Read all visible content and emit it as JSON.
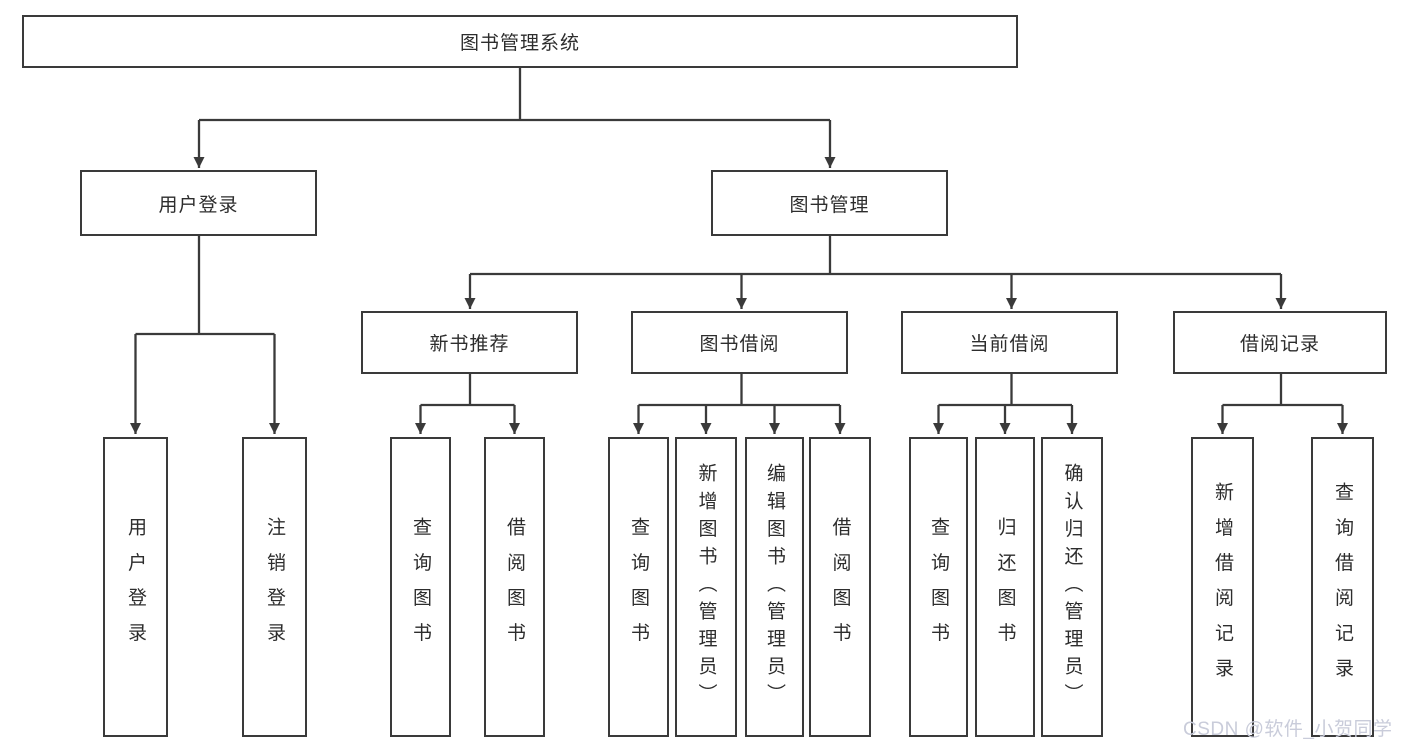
{
  "diagram": {
    "root": {
      "label": "图书管理系统"
    },
    "user_login_branch": {
      "label": "用户登录",
      "leaves": [
        {
          "label": "用户登录"
        },
        {
          "label": "注销登录"
        }
      ]
    },
    "book_management_branch": {
      "label": "图书管理",
      "sections": [
        {
          "label": "新书推荐",
          "leaves": [
            {
              "label": "查询图书"
            },
            {
              "label": "借阅图书"
            }
          ]
        },
        {
          "label": "图书借阅",
          "leaves": [
            {
              "label": "查询图书"
            },
            {
              "label": "新增图书（管理员）"
            },
            {
              "label": "编辑图书（管理员）"
            },
            {
              "label": "借阅图书"
            }
          ]
        },
        {
          "label": "当前借阅",
          "leaves": [
            {
              "label": "查询图书"
            },
            {
              "label": "归还图书"
            },
            {
              "label": "确认归还（管理员）"
            }
          ]
        },
        {
          "label": "借阅记录",
          "leaves": [
            {
              "label": "新增借阅记录"
            },
            {
              "label": "查询借阅记录"
            }
          ]
        }
      ]
    }
  },
  "watermark": {
    "text": "CSDN @软件_小贺同学"
  },
  "colors": {
    "line": "#3a3a3a",
    "text": "#2d2d2d",
    "background": "#ffffff",
    "watermark": "#c9ccda"
  }
}
